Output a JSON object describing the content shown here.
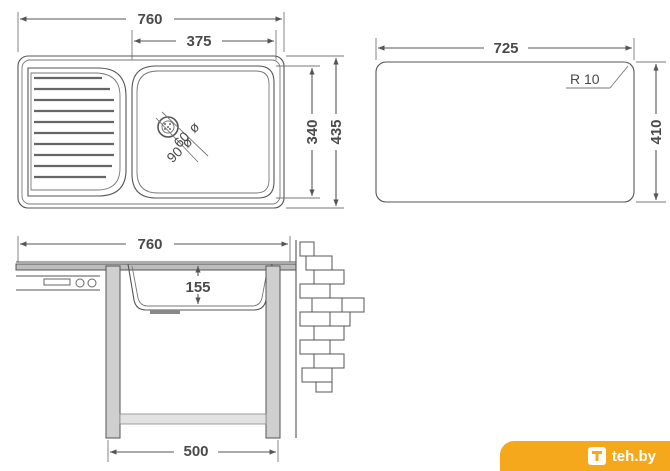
{
  "top_view": {
    "overall_width": "760",
    "bowl_width": "375",
    "bowl_depth": "340",
    "overall_depth": "435",
    "drain_small": "60",
    "drain_large": "90",
    "diameter_symbol": "ø"
  },
  "cutout": {
    "width": "725",
    "height": "410",
    "radius_label": "R 10"
  },
  "side_view": {
    "overall_width": "760",
    "bowl_height": "155",
    "cabinet_width": "500"
  },
  "watermark": {
    "text": "teh.by",
    "color": "#f6a81c"
  }
}
